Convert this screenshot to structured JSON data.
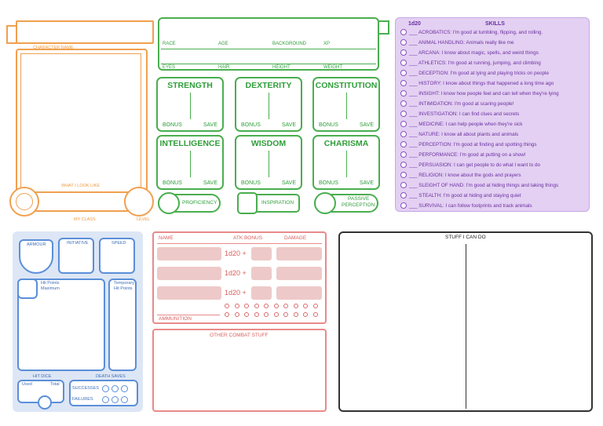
{
  "character": {
    "name_label": "CHARACTER NAME",
    "look_label": "WHAT I LOOK LIKE",
    "class_label": "MY CLASS",
    "level_label": "LEVEL"
  },
  "info": {
    "race": "RACE",
    "age": "AGE",
    "background": "BACKGROUND",
    "xp": "XP",
    "eyes": "EYES",
    "hair": "HAIR",
    "height": "HEIGHT",
    "weight": "WEIGHT"
  },
  "stats": {
    "bonus": "BONUS",
    "save": "SAVE",
    "items": [
      "STRENGTH",
      "DEXTERITY",
      "CONSTITUTION",
      "INTELLIGENCE",
      "WISDOM",
      "CHARISMA"
    ]
  },
  "extras": {
    "proficiency": "PROFICIENCY",
    "inspiration": "INSPIRATION",
    "passive_1": "PASSIVE",
    "passive_2": "PERCEPTION"
  },
  "skills": {
    "dice": "1d20",
    "title": "SKILLS",
    "items": [
      "___ ACROBATICS: I'm good at tumbling, flipping, and rolling.",
      "___ ANIMAL HANDLING: Animals really like me",
      "___ ARCANA: I know about magic, spells, and weird things",
      "___ ATHLETICS: I'm good at running, jumping, and climbing",
      "___ DECEPTION: I'm good at lying and playing tricks on people",
      "___ HISTORY: I know about things that happened a long time ago",
      "___ INSIGHT: I know how people feel and can tell when they're lying",
      "___ INTIMIDATION: I'm good at scaring people!",
      "___ INVESTIGATION: I can find clues and secrets",
      "___ MEDICINE: I can help people when they're sick",
      "___ NATURE: I know all about plants and animals",
      "___ PERCEPTION: I'm good at finding and spotting things",
      "___ PERFORMANCE: I'm good at putting on a show!",
      "___ PERSUASION: I can get people to do what I want to do",
      "___ RELIGION: I know about the gods and prayers",
      "___ SLEIGHT OF HAND: I'm good at hiding things and taking things",
      "___ STEALTH: I'm good at hiding and staying quiet",
      "___ SURVIVAL: I can follow footprints and track animals"
    ]
  },
  "defense": {
    "armour": "ARMOUR",
    "initiative": "INITIATIVE",
    "speed": "SPEED",
    "hp_max_1": "Hit Points",
    "hp_max_2": "Maximum",
    "temp_1": "Temporary",
    "temp_2": "Hit Points",
    "hit_dice": "HIT DICE",
    "used": "Used",
    "total": "Total",
    "death_saves": "DEATH SAVES",
    "successes": "SUCCESSES",
    "failures": "FAILURES"
  },
  "attacks": {
    "name": "NAME",
    "atk_bonus": "ATK BONUS",
    "damage": "DAMAGE",
    "dice": "1d20 +",
    "ammunition": "AMMUNITION",
    "other": "OTHER COMBAT STUFF"
  },
  "stuff": {
    "title": "STUFF I CAN DO"
  }
}
